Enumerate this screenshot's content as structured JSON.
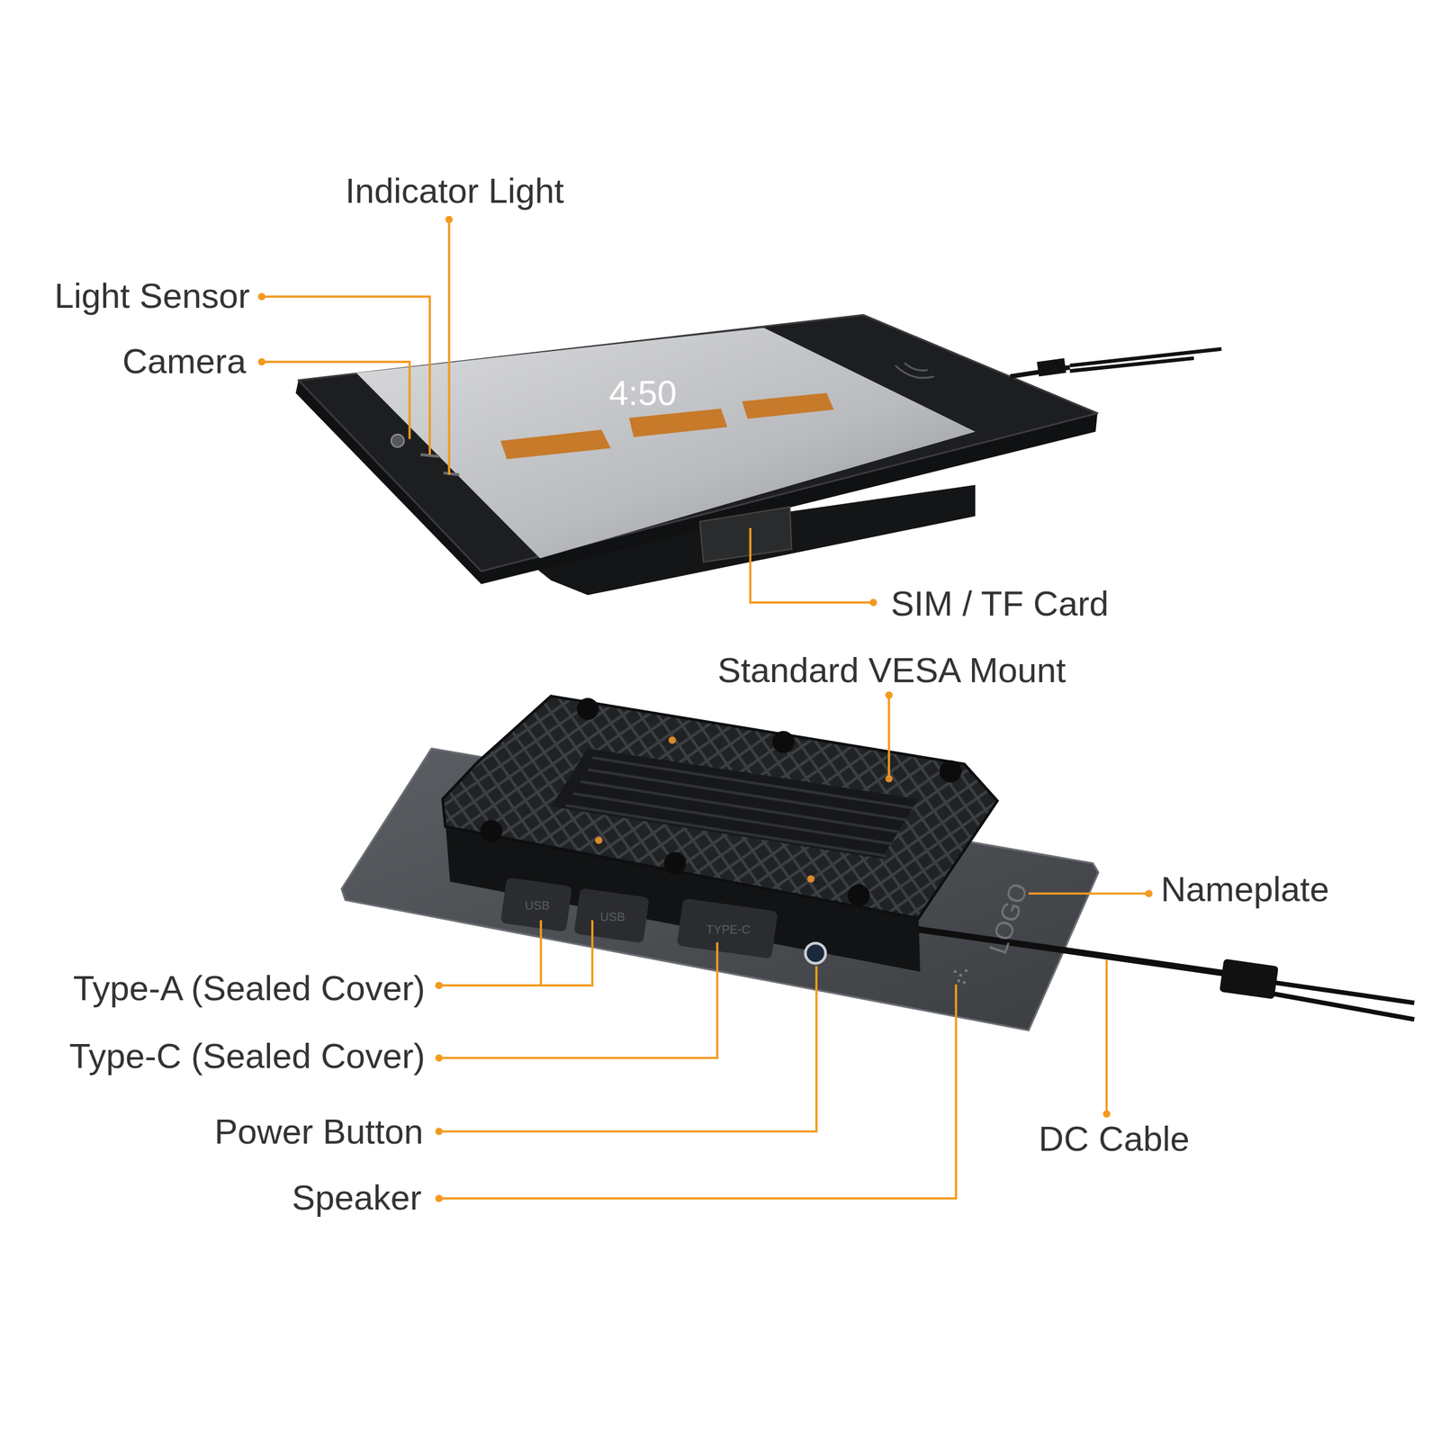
{
  "diagram": {
    "labels": [
      "Indicator Light",
      "Light Sensor",
      "Camera",
      "SIM / TF Card",
      "Standard VESA Mount",
      "Nameplate",
      "Type-A (Sealed Cover)",
      "Type-C (Sealed Cover)",
      "Power Button",
      "Speaker",
      "DC Cable",
      "4:50",
      "LOGO",
      "USB",
      "USB",
      "TYPE-C"
    ]
  }
}
